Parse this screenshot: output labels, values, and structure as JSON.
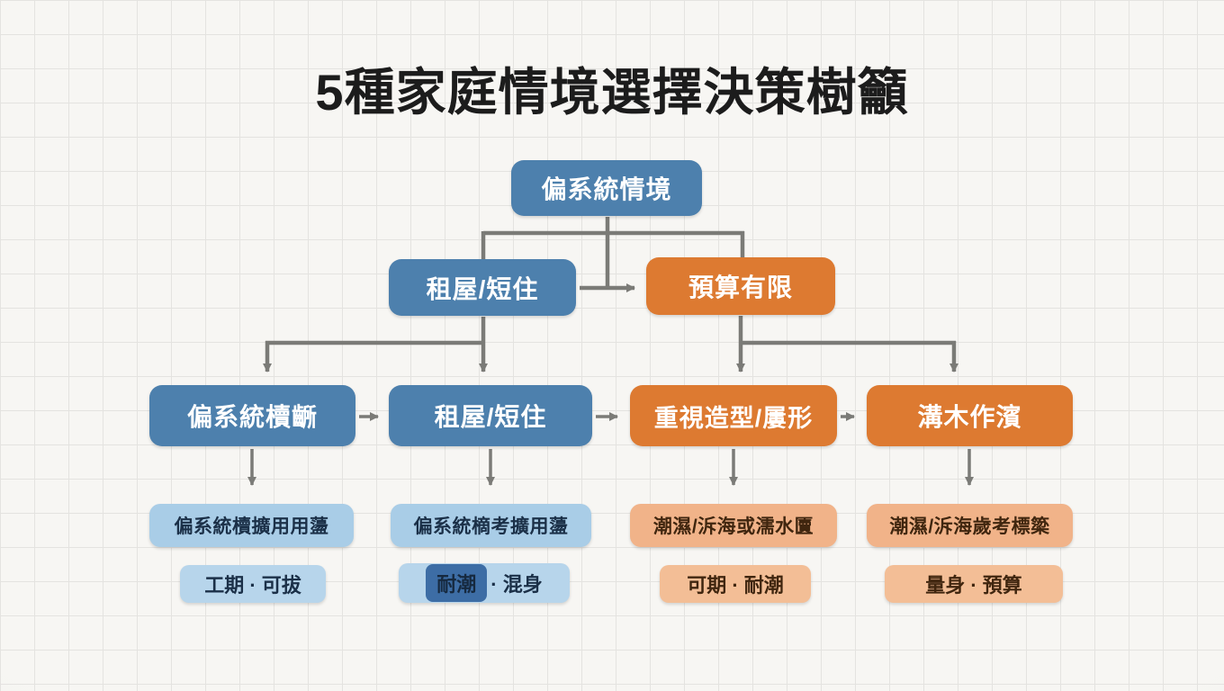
{
  "title": "5種家庭情境選擇決策樹籲",
  "colors": {
    "node_blue": "#4d80ad",
    "node_orange": "#dd7a31",
    "box_light_blue": "#a9cde7",
    "box_peach": "#f1b389",
    "pill_light_blue": "#b7d5eb",
    "pill_peach": "#f3be96",
    "highlight_blue": "#3d6da5",
    "text_on_node": "#ffffff",
    "text_dark_blue": "#1b3048",
    "text_dark_brown": "#40260f",
    "arrow_gray": "#7b7b77",
    "background": "#f7f6f3",
    "grid_line": "#e4e3e0",
    "title_color": "#1c1c1c"
  },
  "tree": {
    "root": {
      "label": "偏系統情境",
      "color": "blue"
    },
    "level2": [
      {
        "label": "租屋/短住",
        "color": "blue"
      },
      {
        "label": "預算有限",
        "color": "orange"
      }
    ],
    "level3": [
      {
        "label": "偏系統櫝齭",
        "color": "blue"
      },
      {
        "label": "租屋/短住",
        "color": "blue"
      },
      {
        "label": "重視造型/屢形",
        "color": "orange"
      },
      {
        "label": "溝木作濱",
        "color": "orange"
      }
    ],
    "level4": [
      {
        "label": "偏系統櫝擴用用蘯",
        "color": "light_blue"
      },
      {
        "label": "偏系統樀考擴用蘯",
        "color": "light_blue"
      },
      {
        "label": "潮濕/泝海或濡水匵",
        "color": "peach"
      },
      {
        "label": "潮濕/泝海歲考標簗",
        "color": "peach"
      }
    ],
    "level5": [
      {
        "label": "工期 · 可拔",
        "color": "pill_blue"
      },
      {
        "highlight": "耐潮",
        "rest": "· 混身",
        "color": "pill_blue"
      },
      {
        "label": "可期 · 耐潮",
        "color": "pill_peach"
      },
      {
        "label": "量身 · 預算",
        "color": "pill_peach"
      }
    ]
  }
}
